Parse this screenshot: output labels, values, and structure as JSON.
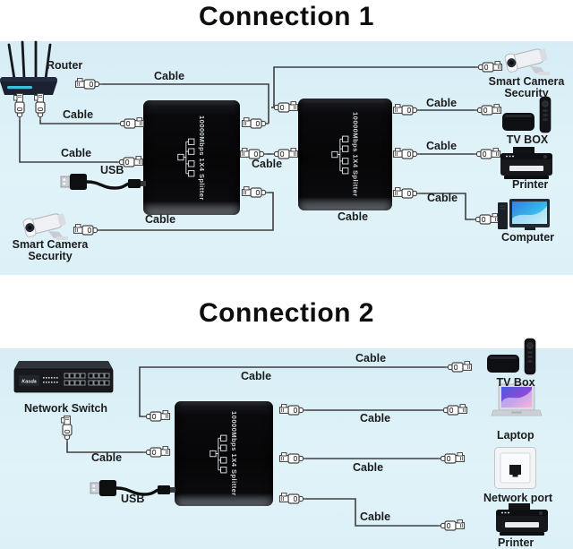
{
  "colors": {
    "background": "#ffffff",
    "section_background": "#ddf0f7",
    "cable_line": "#3e3e40",
    "label_text": "#1c1c1c",
    "splitter_body": "#0a0a0d",
    "router_accent": "#3fd0f0"
  },
  "connection1": {
    "title": "Connection 1",
    "router_label": "Router",
    "cable_label": "Cable",
    "usb_label": "USB",
    "camera_top_line1": "Smart Camera",
    "camera_top_line2": "Security",
    "camera_bottom_line1": "Smart Camera",
    "camera_bottom_line2": "Security",
    "tv_box_label": "TV BOX",
    "printer_label": "Printer",
    "computer_label": "Computer"
  },
  "connection2": {
    "title": "Connection 2",
    "switch_label": "Network Switch",
    "cable_label": "Cable",
    "usb_label": "USB",
    "tv_box_label": "TV Box",
    "laptop_label": "Laptop",
    "network_port_label": "Network port",
    "printer_label": "Printer"
  },
  "devices": {
    "splitter_text": "10000Mbps 1X4 Splitter",
    "switch_brand": "Kasda"
  }
}
